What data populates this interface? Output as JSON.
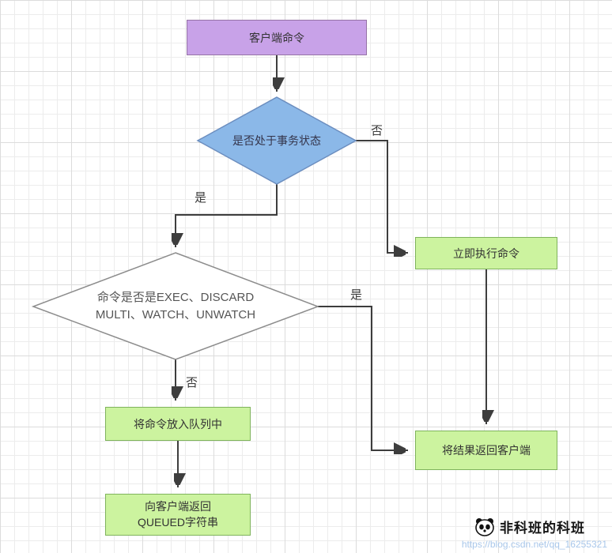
{
  "nodes": {
    "client_command": {
      "label": "客户端命令"
    },
    "transaction_check": {
      "label": "是否处于事务状态"
    },
    "execute_immediately": {
      "label": "立即执行命令"
    },
    "command_check": {
      "line1": "命令是否是EXEC、DISCARD",
      "line2": "MULTI、WATCH、UNWATCH"
    },
    "enqueue": {
      "label": "将命令放入队列中"
    },
    "return_queued": {
      "line1": "向客户端返回",
      "line2": "QUEUED字符串"
    },
    "return_result": {
      "label": "将结果返回客户端"
    }
  },
  "edges": {
    "transaction_no": "否",
    "transaction_yes": "是",
    "command_yes": "是",
    "command_no": "否"
  },
  "watermark": {
    "brand": "非科班的科班",
    "url": "https://blog.csdn.net/qq_16255321"
  },
  "colors": {
    "purple-fill": "#c8a2e8",
    "purple-stroke": "#9673a6",
    "blue-fill": "#8bb8e8",
    "blue-stroke": "#6c8ebf",
    "green-fill": "#ccf39f",
    "green-stroke": "#7fb35c",
    "white-fill": "#ffffff",
    "gray-stroke": "#8c8c8c",
    "arrow": "#3d3d3d",
    "url-text": "#a9c7ea"
  }
}
